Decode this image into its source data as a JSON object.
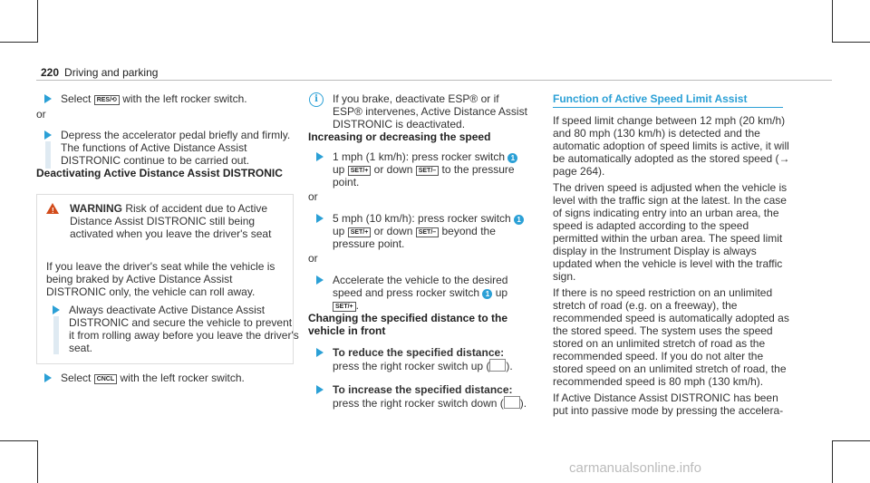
{
  "header": {
    "page_number": "220",
    "section": "Driving and parking"
  },
  "left": {
    "step_select": [
      "Select ",
      "RES/⟲",
      " with the left rocker switch."
    ],
    "or1": "or",
    "step_depress": "Depress the accelerator pedal briefly and firmly.",
    "depress_note": "The functions of Active Distance Assist DISTRONIC continue to be carried out.",
    "subheading": "Deactivating Active Distance Assist DISTRONIC",
    "warning": {
      "label": "WARNING",
      "title": "Risk of accident due to Active Distance Assist DISTRONIC still being activated when you leave the driver's seat",
      "body": "If you leave the driver's seat while the vehicle is being braked by Active Distance Assist DISTRONIC only, the vehicle can roll away.",
      "step": "Always deactivate Active Distance Assist DISTRONIC and secure the vehicle to prevent it from rolling away before you leave the driver's seat."
    },
    "step_cancel": [
      "Select ",
      "CNCL",
      " with the left rocker switch."
    ]
  },
  "middle": {
    "info_note": "If you brake, deactivate ESP® or if ESP® intervenes, Active Distance Assist DISTRONIC is deactivated.",
    "subheading1": "Increasing or decreasing the speed",
    "step1": [
      "1 mph (1 km/h): press rocker switch ",
      "1",
      " up ",
      "SET/+",
      " or down ",
      "SET/–",
      " to the pressure point."
    ],
    "or1": "or",
    "step2": [
      "5 mph (10 km/h): press rocker switch ",
      "1",
      " up ",
      "SET/+",
      " or down ",
      "SET/–",
      " beyond the pressure point."
    ],
    "or2": "or",
    "step3": [
      "Accelerate the vehicle to the desired speed and press rocker switch ",
      "1",
      " up ",
      "SET/+",
      "."
    ],
    "subheading2": "Changing the specified distance to the vehicle in front",
    "step4": [
      "To reduce the specified distance:",
      " press the right rocker switch up (",
      ")."
    ],
    "step5": [
      "To increase the specified distance:",
      " press the right rocker switch down (",
      ")."
    ]
  },
  "right": {
    "title": "Function of Active Speed Limit Assist",
    "para1": "If speed limit change between 12 mph (20 km/h) and 80 mph (130 km/h) is detected and the automatic adoption of speed limits is active, it will be automatically adopted as the stored speed (→ page 264).",
    "para2": "The driven speed is adjusted when the vehicle is level with the traffic sign at the latest. In the case of signs indicating entry into an urban area, the speed is adapted according to the speed permitted within the urban area. The speed limit display in the Instrument Display is always updated when the vehicle is level with the traffic sign.",
    "para3": "If there is no speed restriction on an unlimited stretch of road (e.g. on a freeway), the recommended speed is automatically adopted as the stored speed. The system uses the speed stored on an unlimited stretch of road as the recommended speed. If you do not alter the stored speed on an unlimited stretch of road, the recommended speed is 80 mph (130 km/h).",
    "para4": "If Active Distance Assist DISTRONIC has been put into passive mode by pressing the accelera-"
  },
  "watermark": "carmanualsonline.info",
  "colors": {
    "accent": "#2ba0d6",
    "warning": "#d24b1a"
  }
}
